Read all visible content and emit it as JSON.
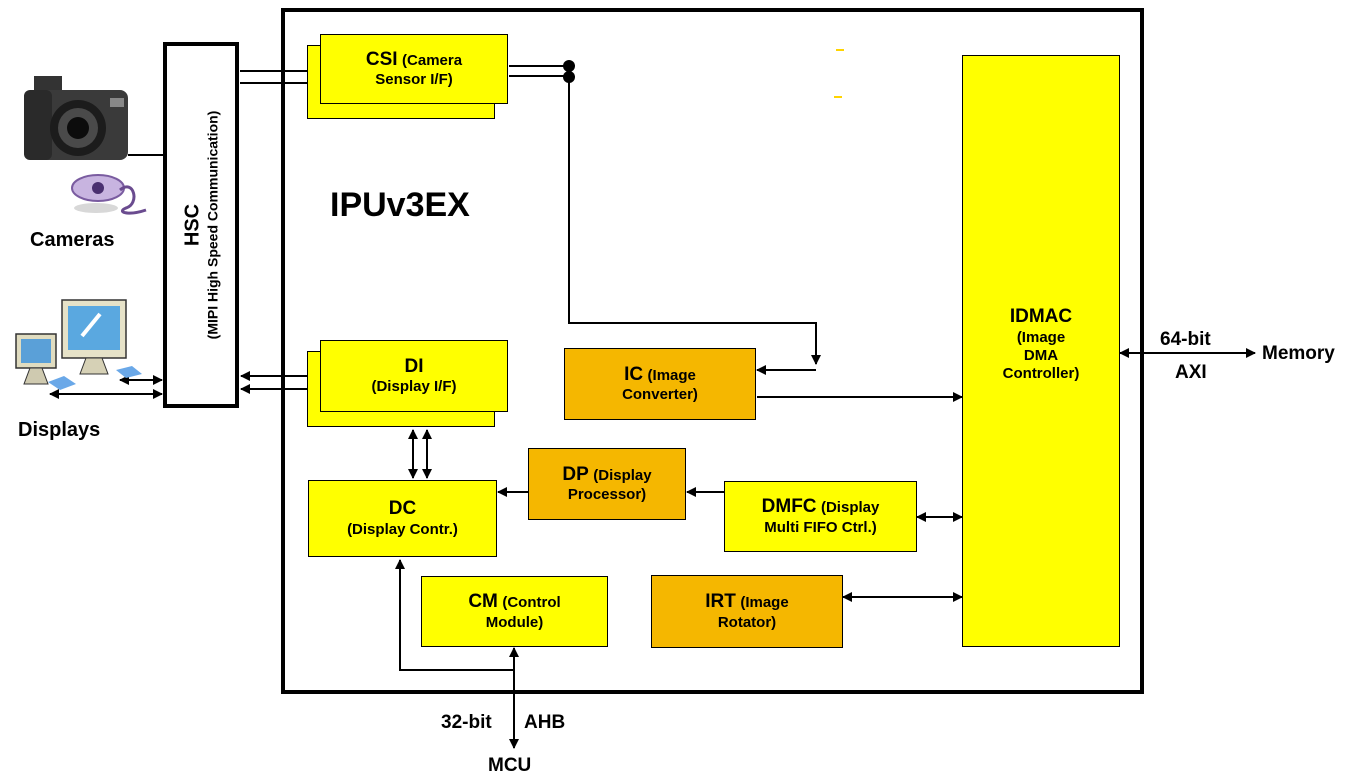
{
  "diagram": {
    "main_block_label": "IPUv3EX",
    "hsc": {
      "title": "HSC",
      "subtitle": "(MIPI High Speed Communication)"
    },
    "external": {
      "cameras": "Cameras",
      "displays": "Displays",
      "memory": "Memory",
      "mcu": "MCU",
      "axi_width": "64-bit",
      "axi_bus": "AXI",
      "ahb_width": "32-bit",
      "ahb_bus": "AHB"
    },
    "blocks": {
      "csi": {
        "name": "CSI",
        "desc1": "(Camera",
        "desc2": "Sensor I/F)"
      },
      "di": {
        "name": "DI",
        "desc": "(Display I/F)"
      },
      "ic": {
        "name": "IC",
        "desc1": "(Image",
        "desc2": "Converter)"
      },
      "idmac": {
        "name": "IDMAC",
        "desc1": "(Image",
        "desc2": "DMA",
        "desc3": "Controller)"
      },
      "dp": {
        "name": "DP",
        "desc1": "(Display",
        "desc2": "Processor)"
      },
      "dc": {
        "name": "DC",
        "desc": "(Display Contr.)"
      },
      "dmfc": {
        "name": "DMFC",
        "desc1": "(Display",
        "desc2": "Multi FIFO Ctrl.)"
      },
      "cm": {
        "name": "CM",
        "desc1": "(Control",
        "desc2": "Module)"
      },
      "irt": {
        "name": "IRT",
        "desc1": "(Image",
        "desc2": "Rotator)"
      }
    },
    "colors": {
      "yellow_block": "#ffff00",
      "orange_block": "#f5b700",
      "line": "#000000"
    }
  }
}
